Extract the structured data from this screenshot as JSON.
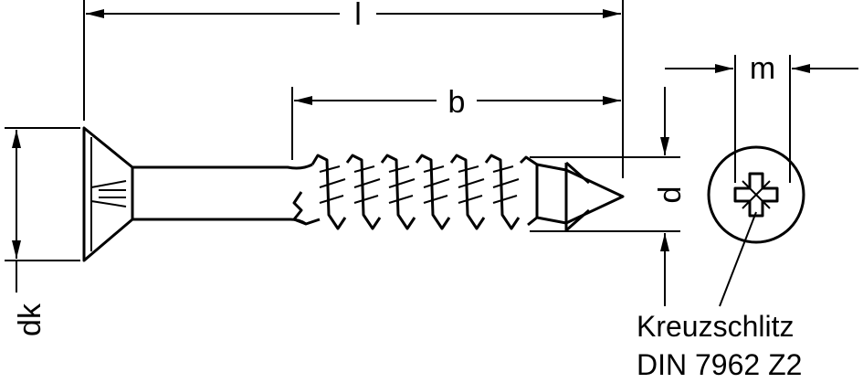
{
  "drawing": {
    "dimensions": {
      "length": "l",
      "thread_length": "b",
      "head_diameter": "dk",
      "thread_diameter": "d",
      "recess_size": "m"
    },
    "caption": {
      "line1": "Kreuzschlitz",
      "line2": "DIN 7962 Z2"
    },
    "color": "#000000"
  }
}
